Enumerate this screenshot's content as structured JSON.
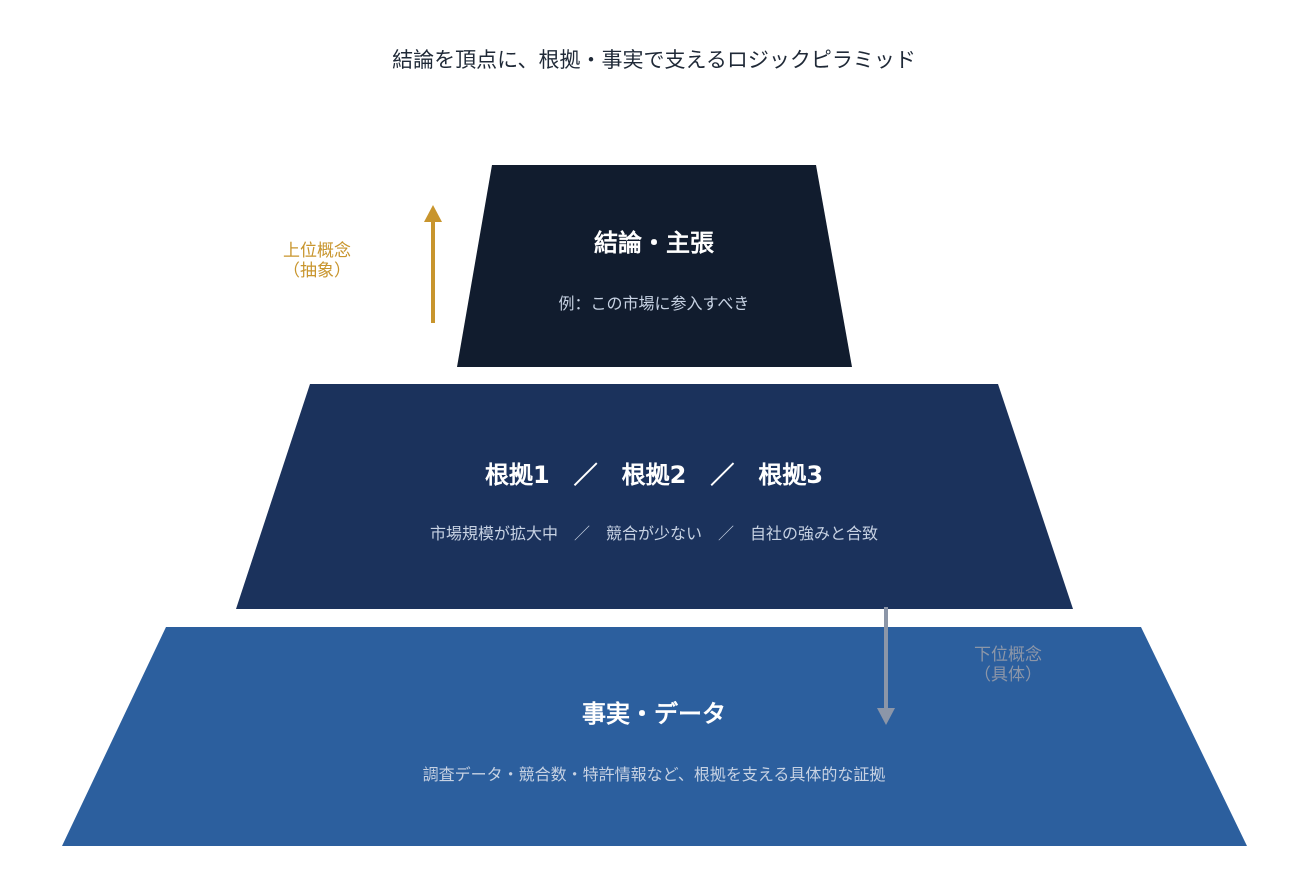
{
  "title": "結論を頂点に、根拠・事実で支えるロジックピラミッド",
  "levels": [
    {
      "heading": "結論・主張",
      "sub": "例：この市場に参入すべき",
      "color": "#111c2e"
    },
    {
      "heading": "根拠1　／　根拠2　／　根拠3",
      "sub": "市場規模が拡大中　／　競合が少ない　／　自社の強みと合致",
      "color": "#1b325c"
    },
    {
      "heading": "事実・データ",
      "sub": "調査データ・競合数・特許情報など、根拠を支える具体的な証拠",
      "color": "#2c5f9e"
    }
  ],
  "up_arrow": {
    "line1": "上位概念",
    "line2": "（抽象）",
    "color": "#c8952d"
  },
  "down_arrow": {
    "line1": "下位概念",
    "line2": "（具体）",
    "color": "#8c96a8"
  }
}
